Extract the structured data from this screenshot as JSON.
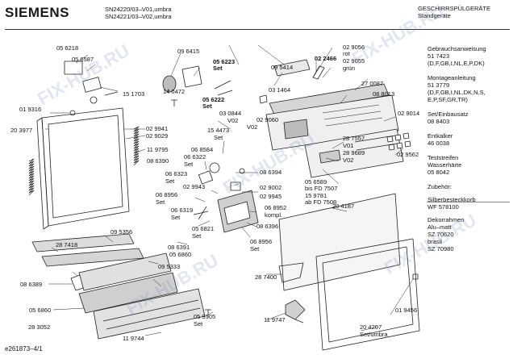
{
  "header": {
    "brand": "SIEMENS",
    "model_line1": "SN24220/03–V01,umbra",
    "model_line2": "SN24221/03–V02,umbra",
    "doc_line1": "GESCHIRRSPÜLGERÄTE",
    "doc_line2": "Standgeräte"
  },
  "sidebar": {
    "items": [
      {
        "title": "Gebrauchsanweisung",
        "lines": [
          "51 7423",
          "(D,F,GB,I,NL,E,P,DK)"
        ]
      },
      {
        "title": "Montageanleitung",
        "lines": [
          "51 3779",
          "(D,F,GB,I,NL,DK,N,S,",
          "E,P,SF,GR,TR)"
        ]
      },
      {
        "title": "Set/Einbausatz",
        "lines": [
          "08 8403"
        ]
      },
      {
        "title": "Entkalker",
        "lines": [
          "46 0038"
        ]
      },
      {
        "title": "Teststreifen",
        "lines": [
          "Wasserhärte",
          "05 8042"
        ]
      }
    ],
    "accessory_title": "Zubehör:",
    "accessories": [
      {
        "title": "Silberbesteckkorb",
        "lines": [
          "WF 578100"
        ]
      },
      {
        "title": "Dekorrahmen",
        "lines": [
          "Alu–matt",
          "SZ 70620",
          "brasil",
          "SZ 70980"
        ]
      }
    ]
  },
  "parts": [
    {
      "text": "09 6415"
    },
    {
      "text": "05 6223"
    },
    {
      "text": "Set"
    },
    {
      "text": "14 0472"
    },
    {
      "text": "05 6222"
    },
    {
      "text": "Set"
    },
    {
      "text": "09 5414"
    },
    {
      "text": "03 1464"
    },
    {
      "text": "02 2466"
    },
    {
      "text": "02 9056"
    },
    {
      "text": "rot"
    },
    {
      "text": "02 9055"
    },
    {
      "text": "grün"
    },
    {
      "text": "27 0087"
    },
    {
      "text": "08 8013"
    },
    {
      "text": "02 9014"
    },
    {
      "text": "05 6218"
    },
    {
      "text": "05 6587"
    },
    {
      "text": "15 1703"
    },
    {
      "text": "01 9316"
    },
    {
      "text": "20 3977"
    },
    {
      "text": "02 9941"
    },
    {
      "text": "02 9029"
    },
    {
      "text": "11 9795"
    },
    {
      "text": "03 0844"
    },
    {
      "text": "02 9060"
    },
    {
      "text": "V02"
    },
    {
      "text": "V02"
    },
    {
      "text": "15 4473"
    },
    {
      "text": "Set"
    },
    {
      "text": "06 8584"
    },
    {
      "text": "06 6322"
    },
    {
      "text": "Set"
    },
    {
      "text": "06 6323"
    },
    {
      "text": "Set"
    },
    {
      "text": "08 6390"
    },
    {
      "text": "08 6394"
    },
    {
      "text": "02 9943"
    },
    {
      "text": "02 9002"
    },
    {
      "text": "02 9945"
    },
    {
      "text": "06 8956"
    },
    {
      "text": "Set"
    },
    {
      "text": "06 6319"
    },
    {
      "text": "Set"
    },
    {
      "text": "06 8952"
    },
    {
      "text": "kompl."
    },
    {
      "text": "08 6396"
    },
    {
      "text": "05 6821"
    },
    {
      "text": "Set"
    },
    {
      "text": "06 8956"
    },
    {
      "text": "Set"
    },
    {
      "text": "08 6391"
    },
    {
      "text": "09 5356"
    },
    {
      "text": "05 6860"
    },
    {
      "text": "28 7418"
    },
    {
      "text": "09 5333"
    },
    {
      "text": "28 7557"
    },
    {
      "text": "V01"
    },
    {
      "text": "28 9689"
    },
    {
      "text": "V02"
    },
    {
      "text": "02 9562"
    },
    {
      "text": "05 6589"
    },
    {
      "text": "bis FD 7507"
    },
    {
      "text": "15 9781"
    },
    {
      "text": "ab FD 7508"
    },
    {
      "text": "20 4187"
    },
    {
      "text": "28 7400"
    },
    {
      "text": "08 6389"
    },
    {
      "text": "05 6860"
    },
    {
      "text": "28 3052"
    },
    {
      "text": "05 9505"
    },
    {
      "text": "Set"
    },
    {
      "text": "11 9744"
    },
    {
      "text": "11 9747"
    },
    {
      "text": "01 9456"
    },
    {
      "text": "20 4207"
    },
    {
      "text": "Set/umbra"
    }
  ],
  "footer": {
    "code": "e261873–4/1"
  },
  "watermark": {
    "text": "FIX-HUB.RU"
  }
}
